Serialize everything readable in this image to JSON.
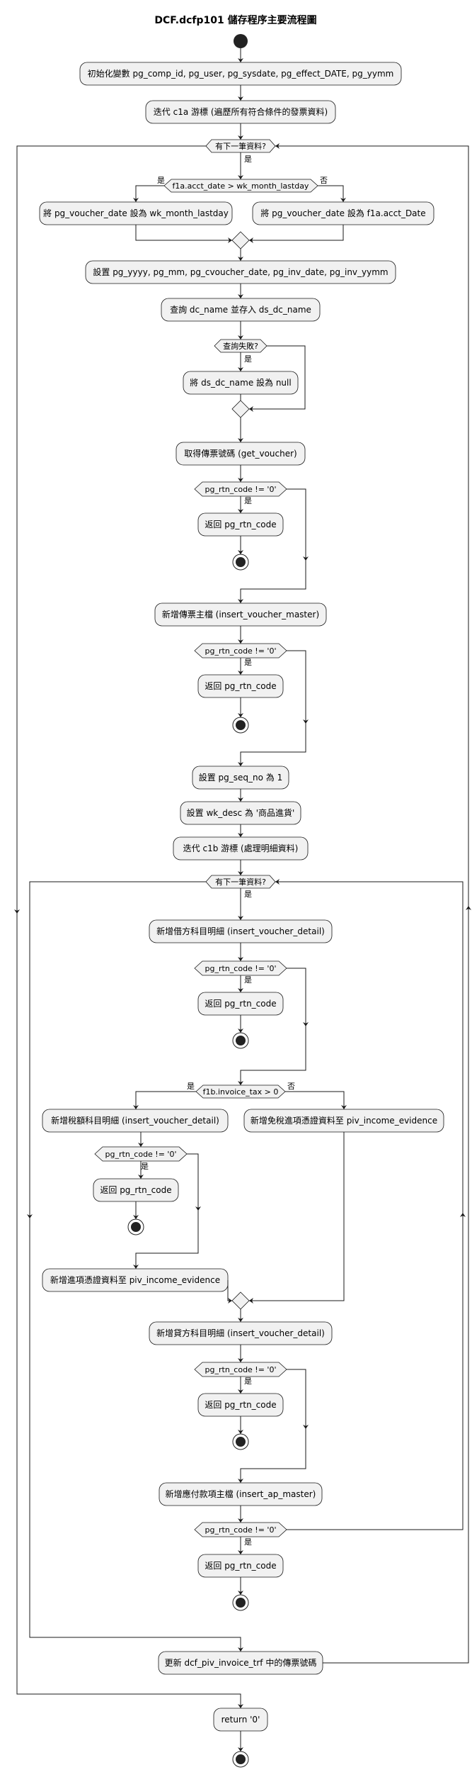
{
  "title": "DCF.dcfp101 儲存程序主要流程圖",
  "nodes": {
    "init": "初始化變數 pg_comp_id, pg_user, pg_sysdate, pg_effect_DATE, pg_yymm",
    "iter_c1a": "迭代 c1a 游標 (遍歷所有符合條件的發票資料)",
    "loop1_cond": "有下一筆資料?",
    "loop1_yes": "是",
    "if_date": "f1a.acct_date > wk_month_lastday",
    "if_date_yes": "是",
    "if_date_no": "否",
    "set_lastday": "將 pg_voucher_date 設為 wk_month_lastday",
    "set_acct": "將 pg_voucher_date 設為 f1a.acct_Date",
    "set_vars": "設置 pg_yyyy, pg_mm, pg_cvoucher_date, pg_inv_date, pg_inv_yymm",
    "query_dc": "查詢 dc_name 並存入 ds_dc_name",
    "if_query_fail": "查詢失敗?",
    "if_query_fail_yes": "是",
    "set_null": "將 ds_dc_name 設為 null",
    "get_voucher": "取得傳票號碼 (get_voucher)",
    "cond_rtn_1": "pg_rtn_code != '0'",
    "cond_rtn_1_yes": "是",
    "ret_1": "返回 pg_rtn_code",
    "ins_master": "新增傳票主檔 (insert_voucher_master)",
    "cond_rtn_2": "pg_rtn_code != '0'",
    "cond_rtn_2_yes": "是",
    "ret_2": "返回 pg_rtn_code",
    "set_seq": "設置 pg_seq_no 為 1",
    "set_desc": "設置 wk_desc 為 '商品進貨'",
    "iter_c1b": "迭代 c1b 游標 (處理明細資料)",
    "loop2_cond": "有下一筆資料?",
    "loop2_yes": "是",
    "ins_debit": "新增借方科目明細 (insert_voucher_detail)",
    "cond_rtn_3": "pg_rtn_code != '0'",
    "cond_rtn_3_yes": "是",
    "ret_3": "返回 pg_rtn_code",
    "if_tax": "f1b.invoice_tax > 0",
    "if_tax_yes": "是",
    "if_tax_no": "否",
    "ins_tax": "新增稅額科目明細 (insert_voucher_detail)",
    "cond_rtn_4": "pg_rtn_code != '0'",
    "cond_rtn_4_yes": "是",
    "ret_4": "返回 pg_rtn_code",
    "ins_piv": "新增進項憑證資料至 piv_income_evidence",
    "ins_piv_free": "新增免稅進項憑證資料至 piv_income_evidence",
    "ins_credit": "新增貸方科目明細 (insert_voucher_detail)",
    "cond_rtn_5": "pg_rtn_code != '0'",
    "cond_rtn_5_yes": "是",
    "ret_5": "返回 pg_rtn_code",
    "ins_ap": "新增應付款項主檔 (insert_ap_master)",
    "cond_rtn_6": "pg_rtn_code != '0'",
    "cond_rtn_6_yes": "是",
    "ret_6": "返回 pg_rtn_code",
    "update_trf": "更新 dcf_piv_invoice_trf 中的傳票號碼",
    "return_0": "return '0'"
  },
  "colors": {
    "node_fill": "#f1f1f1",
    "stroke": "#181818",
    "start_end": "#222222"
  }
}
